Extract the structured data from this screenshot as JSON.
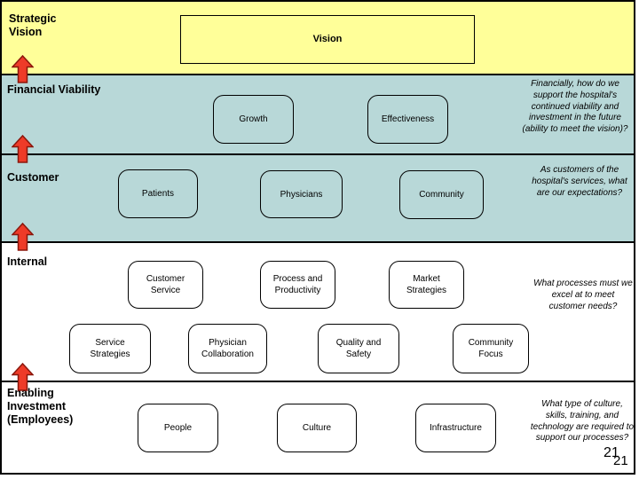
{
  "slide": {
    "strategic_vision_label": "Strategic\nVision",
    "vision_box_label": "Vision",
    "page_number": "21",
    "page_number_duplicate": "21"
  },
  "sections": {
    "financial": {
      "label": "Financial Viability",
      "boxes": [
        "Growth",
        "Effectiveness"
      ],
      "question": "Financially, how do we\nsupport the hospital's\ncontinued viability and\ninvestment in the future\n(ability to meet the vision)?"
    },
    "customer": {
      "label": "Customer",
      "boxes": [
        "Patients",
        "Physicians",
        "Community"
      ],
      "question": "As customers of the\nhospital's services, what\nare our expectations?"
    },
    "internal": {
      "label": "Internal",
      "boxes_row1": [
        "Customer\nService",
        "Process and\nProductivity",
        "Market\nStrategies"
      ],
      "boxes_row2": [
        "Service\nStrategies",
        "Physician\nCollaboration",
        "Quality and\nSafety",
        "Community\nFocus"
      ],
      "question": "What processes must we\nexcel at to meet\ncustomer needs?"
    },
    "enabling": {
      "label": "Enabling\nInvestment\n(Employees)",
      "boxes": [
        "People",
        "Culture",
        "Infrastructure"
      ],
      "question": "What type of culture,\nskills, training, and\ntechnology are required to\nsupport our processes?"
    }
  },
  "colors": {
    "band_yellow": "#FFFF99",
    "band_teal": "#B8D8D8",
    "arrow_red": "#EE3B28",
    "arrow_outline": "#8A170C",
    "border_black": "#000000"
  }
}
